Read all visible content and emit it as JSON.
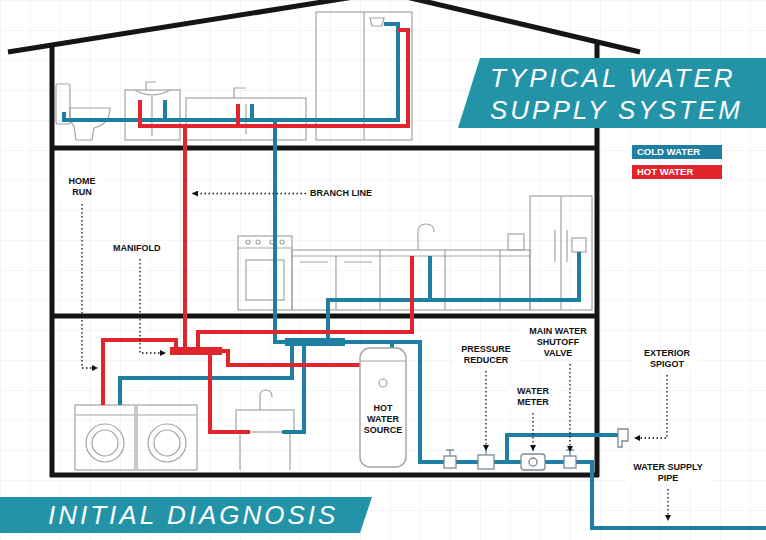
{
  "diagram": {
    "title": "TYPICAL WATER SUPPLY SYSTEM",
    "caption": "INITIAL DIAGNOSIS",
    "nodes": [
      {
        "text": [
          "HOT WATER SOURCE"
        ]
      }
    ],
    "labels": [
      "HOME RUN",
      "BRANCH LINE",
      "MANIFOLD",
      "PRESSURE REDUCER",
      "MAIN WATER SHUTOFF VALVE",
      "EXTERIOR SPIGOT",
      "WATER METER",
      "WATER SUPPLY PIPE"
    ],
    "legend": [
      {
        "text": "COLD WATER",
        "color": "#1e7fa3"
      },
      {
        "text": "HOT WATER",
        "color": "#e2252c"
      }
    ]
  }
}
